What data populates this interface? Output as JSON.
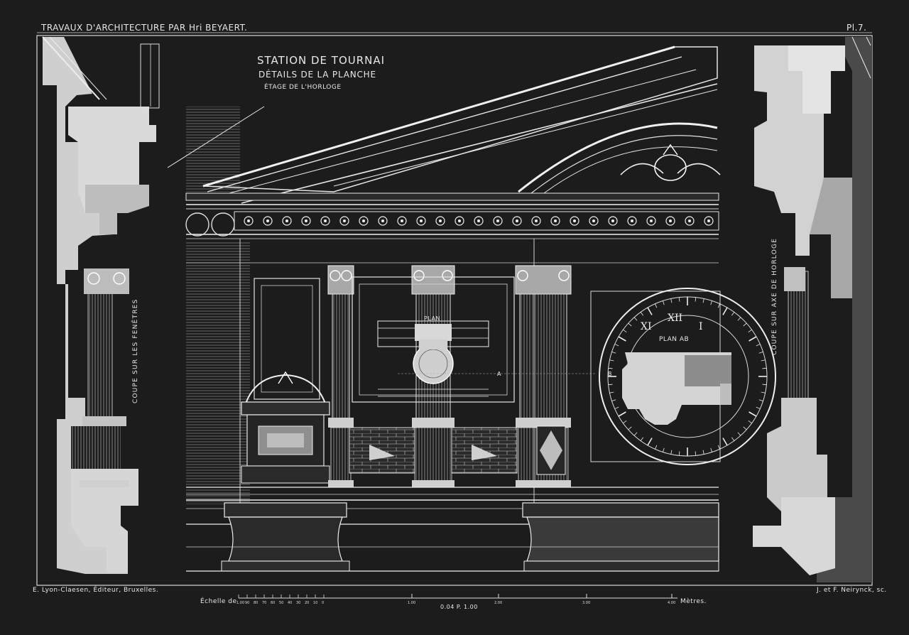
{
  "header": {
    "left": "TRAVAUX D'ARCHITECTURE PAR Hri BEYAERT.",
    "right": "Pl.7."
  },
  "title": {
    "line1": "STATION DE TOURNAI",
    "line2": "DÉTAILS DE LA PLANCHE",
    "line3": "ÉTAGE DE L'HORLOGE"
  },
  "labels": {
    "left_section": "COUPE SUR LES FENÊTRES",
    "right_section": "COUPE SUR AXE DE HORLOGE",
    "plan": "PLAN",
    "plan_ab": "PLAN AB",
    "mark_a": "A",
    "mark_b": "B"
  },
  "clock_numerals": [
    "XI",
    "XII",
    "I"
  ],
  "footer": {
    "publisher": "E. Lyon-Claesen, Éditeur, Bruxelles.",
    "engraver": "J. et F. Neirynck, sc."
  },
  "scale": {
    "prefix": "Échelle de",
    "unit": "Mètres.",
    "ratio": "0.04 P. 1.00",
    "small_ticks": [
      "1.00",
      "90",
      "80",
      "70",
      "60",
      "50",
      "40",
      "30",
      "20",
      "10",
      "0"
    ],
    "major_ticks": [
      "1.00",
      "2.00",
      "3.00",
      "4.00"
    ]
  },
  "colors": {
    "background": "#1c1c1c",
    "line": "#e0e0e0",
    "stone": "#d2d2d2",
    "shade": "#8a8a8a"
  }
}
